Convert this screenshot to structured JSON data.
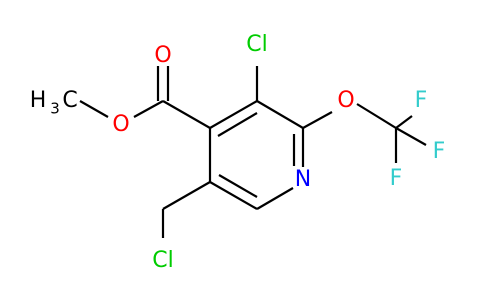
{
  "molecule": {
    "colors": {
      "carbon": "#000000",
      "oxygen": "#ff0000",
      "nitrogen": "#0000ff",
      "chlorine": "#00cc00",
      "fluorine": "#33cccc"
    },
    "atoms": {
      "carbonyl_o": "O",
      "ester_o": "O",
      "methyl_h": "H",
      "methyl_sub": "3",
      "methyl_c": "C",
      "cl_top": "Cl",
      "ether_o": "O",
      "f_top": "F",
      "f_right": "F",
      "f_bottom": "F",
      "ring_n": "N",
      "cl_bottom": "Cl"
    }
  }
}
